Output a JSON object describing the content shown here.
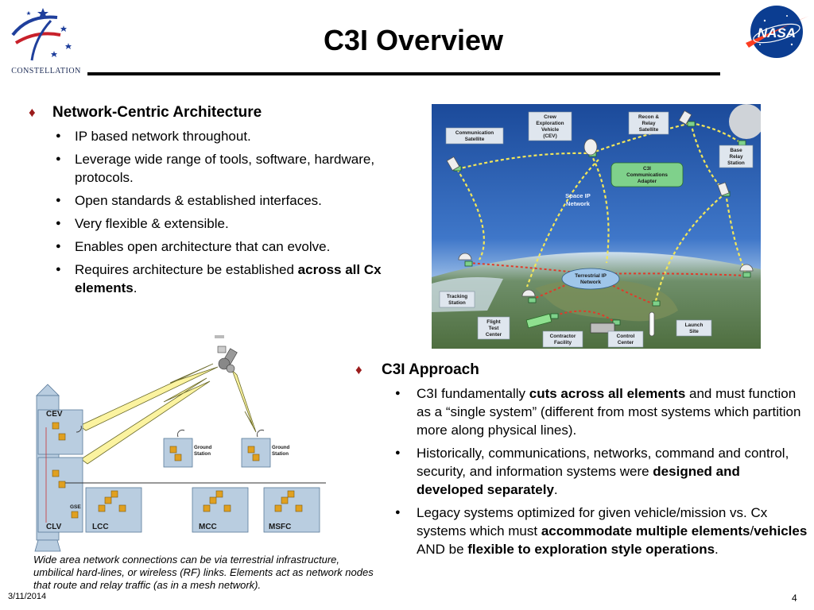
{
  "logos": {
    "constellation_caption": "CONSTELLATION",
    "nasa_text": "NASA"
  },
  "slide": {
    "title": "C3I Overview",
    "date": "3/11/2014",
    "page_number": "4"
  },
  "left": {
    "heading": "Network-Centric Architecture",
    "bullets": [
      "IP based network throughout.",
      "Leverage wide range of tools, software, hardware, protocols.",
      "Open standards & established interfaces.",
      "Very flexible & extensible.",
      "Enables open architecture that can evolve."
    ],
    "bullet6_pre": "Requires architecture be established ",
    "bullet6_bold": "across all Cx elements",
    "bullet6_post": "."
  },
  "right": {
    "heading": "C3I Approach",
    "b1_pre": "C3I fundamentally ",
    "b1_bold": "cuts across all elements",
    "b1_post": " and must function as a “single system” (different from most systems which partition more along physical lines).",
    "b2_pre": "Historically, communications, networks, command and control, security, and information systems were ",
    "b2_bold": "designed and developed separately",
    "b2_post": ".",
    "b3_pre": "Legacy systems optimized for given vehicle/mission vs. Cx systems which must ",
    "b3_bold1": "accommodate multiple elements",
    "b3_mid1": "/",
    "b3_bold2": "vehicles",
    "b3_mid2": " AND be ",
    "b3_bold3": "flexible to exploration style operations",
    "b3_post": "."
  },
  "network_figure": {
    "labels": {
      "communication_satellite": [
        "Communication",
        "Satellite"
      ],
      "cev": [
        "Crew",
        "Exploration",
        "Vehicle",
        "(CEV)"
      ],
      "recon_relay": [
        "Recon &",
        "Relay",
        "Satellite"
      ],
      "base_relay": [
        "Base",
        "Relay",
        "Station"
      ],
      "c3i_adapter": [
        "C3I",
        "Communications",
        "Adapter"
      ],
      "space_ip": [
        "Space IP",
        "Network"
      ],
      "terrestrial_ip": [
        "Terrestrial IP",
        "Network"
      ],
      "tracking": [
        "Tracking",
        "Station"
      ],
      "flight_test": [
        "Flight",
        "Test",
        "Center"
      ],
      "contractor": [
        "Contractor",
        "Facility"
      ],
      "control_center": [
        "Control",
        "Center"
      ],
      "launch_site": [
        "Launch",
        "Site"
      ]
    }
  },
  "lan_figure": {
    "labels": {
      "cev": "CEV",
      "clv": "CLV",
      "gse": "GSE",
      "lcc": "LCC",
      "mcc": "MCC",
      "msfc": "MSFC",
      "ground_station_1": [
        "Ground",
        "Station"
      ],
      "ground_station_2": [
        "Ground",
        "Station"
      ]
    }
  },
  "caption": "Wide area network connections can be via terrestrial infrastructure, umbilical hard-lines, or wireless (RF) links. Elements act as network nodes that route and relay traffic (as in a mesh network).",
  "colors": {
    "title_rule": "#000000",
    "bullet_diamond": "#9b1c1c",
    "diagram_box": "#6f8fb0",
    "label_bg": "#dfe6ee",
    "adapter_green": "#7fd18b",
    "yellow_link": "#f2e65a",
    "red_link": "#e03a2a"
  }
}
